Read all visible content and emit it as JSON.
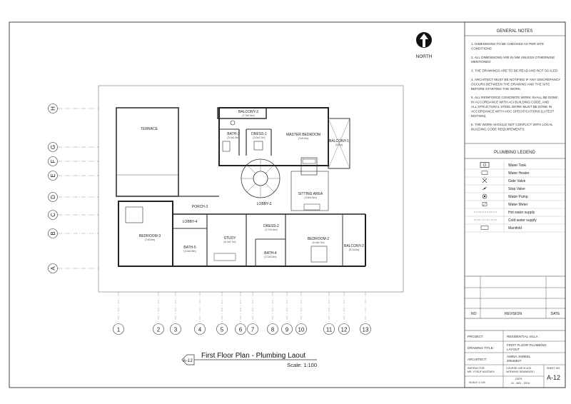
{
  "north_label": "NORTH",
  "general_notes": {
    "heading": "GENERAL NOTES",
    "notes": [
      [
        "1. DIMENSIONS TO BE CHECKED AS PER SITE",
        "CONDITIONS"
      ],
      [
        "2. ALL DIMENSIONS ARE IN MM UNLESS OTHERWISE",
        "MENTIONED"
      ],
      [
        "3. THE DRAWINGS ARE TO BE READ AND NOT SCALED"
      ],
      [
        "4. ARCHITECT MUST BE NOTIFIED IF ANY DISCREPANCY",
        "OCCURS BETWEEN THE DRAWING AND THE SITE",
        "BEFORE STARTING THE WORK."
      ],
      [
        "5. ALL REINFORCE CONCRETE WORK SHALL BE DONE",
        "IN ACCORDANCE WITH ACI BUILDING CODE, AND",
        "ALL STRUCTURAL STEEL WORK MUST BE DONE IN",
        "ACCORDANCE WITH AISC SPECIFICATIONS (LATEST",
        "EDITION)."
      ],
      [
        "6. THE WORK SHOULD NOT CONFLICT WITH LOCAL",
        "BUILDING CODE REQUIREMENTS"
      ]
    ]
  },
  "plumbing_legend": {
    "heading": "PLUMBING LEGEND",
    "items": [
      {
        "symbol": "tank",
        "label": "Water Tank"
      },
      {
        "symbol": "heater",
        "label": "Water Heater"
      },
      {
        "symbol": "gate",
        "label": "Gate Valve"
      },
      {
        "symbol": "stop",
        "label": "Stop Valve"
      },
      {
        "symbol": "pump",
        "label": "Water Pump"
      },
      {
        "symbol": "meter",
        "label": "Water Meter"
      },
      {
        "symbol": "hot-line",
        "label": "Hot water supply"
      },
      {
        "symbol": "cold-line",
        "label": "Cold water supply"
      },
      {
        "symbol": "manifold",
        "label": "Manifold"
      }
    ]
  },
  "revision_table": {
    "col_no": "NO",
    "col_revision": "REVISION",
    "col_date": "DATE"
  },
  "title_block": {
    "project_label": "PROJECT:",
    "project_value": "RESIDENTIAL VILLA",
    "drawing_title_label": "DRAWING TITLE:",
    "drawing_title_value_1": "FIRST FLOOR PLUMBING",
    "drawing_title_value_2": "LAYOUT",
    "architect_label": "ARCHITECT:",
    "architect_name": "AMINA JAMEEL",
    "architect_id": "20546827",
    "instructor_label": "INSTRUCTOR:",
    "instructor_name": "MR. YOSUF MUSTAFA",
    "course_label": "COURSE: ARCH 4O3",
    "course_value": "WORKING DRAWINGS I",
    "sheet_no_label": "SHEET NO.",
    "sheet_no_value": "A-12",
    "scale_text": "SCALE: 1:100",
    "date_label": "DATE:",
    "date_value": "01 - MAY - 2018"
  },
  "drawing_title": {
    "tag": "A-12",
    "title": "First Floor Plan - Plumbing Laout",
    "scale": "Scale: 1:100"
  },
  "grid_rows": [
    "H",
    "G",
    "F",
    "E",
    "D",
    "C",
    "B",
    "A"
  ],
  "grid_cols": [
    "1",
    "2",
    "3",
    "4",
    "5",
    "6",
    "7",
    "8",
    "9",
    "10",
    "11",
    "12",
    "13"
  ],
  "rooms": {
    "terrace": "TERRACE",
    "balcony3": "BALCONY-3",
    "balcony3_size": "(7.2x0.4m)",
    "bath3": "BATH-3",
    "bath3_size": "(3.0x2.0m)",
    "dress1": "DRESS-1",
    "dress1_size": "(3.0x2.7m)",
    "master_bedroom": "MASTER BEDROOM",
    "master_bedroom_size": "(7x5.0m)",
    "balcony1": "BALCONY-1",
    "balcony1_size": "(3.6m)",
    "sitting_area": "SITTING AREA",
    "sitting_area_size": "(3.6x3.5m)",
    "lobby3": "LOBBY-3",
    "porch3": "PORCH-3",
    "lobby4": "LOBBY-4",
    "bedroom3": "BEDROOM-3",
    "bedroom3_size": "(7x5.0m)",
    "bath5": "BATH-5",
    "bath5_size": "(3.0x2.9m)",
    "study": "STUDY",
    "study_size": "(5.2x4.7m)",
    "dress2": "DRESS-2",
    "dress2_size": "(2.7x3.4m)",
    "bath4": "BATH-4",
    "bath4_size": "(2.3x3.4m)",
    "bedroom2": "BEDROOM-2",
    "bedroom2_size": "(5.0x5.7m)",
    "balcony2": "BALCONY-2",
    "balcony2_size": "(5.2x2m)"
  }
}
